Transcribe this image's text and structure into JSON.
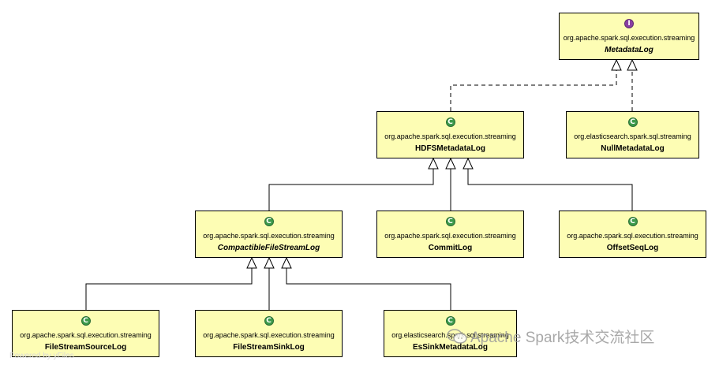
{
  "nodes": {
    "metadata_log": {
      "badge": "I",
      "package": "org.apache.spark.sql.execution.streaming",
      "name": "MetadataLog"
    },
    "hdfs_metadata_log": {
      "badge": "C",
      "package": "org.apache.spark.sql.execution.streaming",
      "name": "HDFSMetadataLog"
    },
    "null_metadata_log": {
      "badge": "C",
      "package": "org.elasticsearch.spark.sql.streaming",
      "name": "NullMetadataLog"
    },
    "compactible_log": {
      "badge": "C",
      "package": "org.apache.spark.sql.execution.streaming",
      "name": "CompactibleFileStreamLog"
    },
    "commit_log": {
      "badge": "C",
      "package": "org.apache.spark.sql.execution.streaming",
      "name": "CommitLog"
    },
    "offset_seq_log": {
      "badge": "C",
      "package": "org.apache.spark.sql.execution.streaming",
      "name": "OffsetSeqLog"
    },
    "file_source_log": {
      "badge": "C",
      "package": "org.apache.spark.sql.execution.streaming",
      "name": "FileStreamSourceLog"
    },
    "file_sink_log": {
      "badge": "C",
      "package": "org.apache.spark.sql.execution.streaming",
      "name": "FileStreamSinkLog"
    },
    "es_sink_log": {
      "badge": "C",
      "package": "org.elasticsearch.spark.sql.streaming",
      "name": "EsSinkMetadataLog"
    }
  },
  "footer": "Powered by yFiles",
  "watermark": "Apache Spark技术交流社区",
  "colors": {
    "node_fill": "#fdfdb4",
    "class_badge": "#3c9a4b",
    "interface_badge": "#8a3ea3"
  }
}
